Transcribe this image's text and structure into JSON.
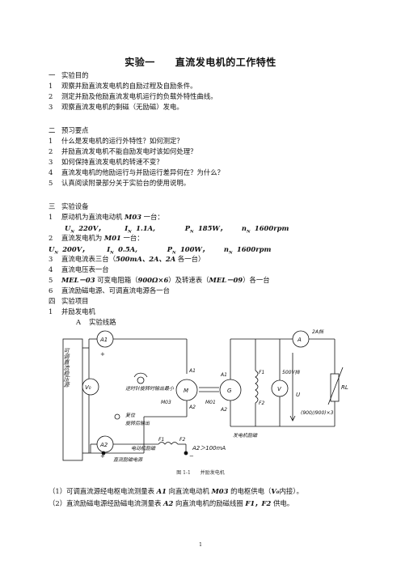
{
  "title": "实验一　　直流发电机的工作特性",
  "sections": {
    "s1": {
      "no": "一",
      "head": "实验目的"
    },
    "s2": {
      "no": "二",
      "head": "预习要点"
    },
    "s3": {
      "no": "三",
      "head": "实验设备"
    },
    "s4": {
      "no": "四",
      "head": "实验项目"
    }
  },
  "aims": [
    {
      "n": "1",
      "t": "观察并励直流发电机的自励过程及自励条件。"
    },
    {
      "n": "2",
      "t": "测定并励及他励直流发电机运行的负载外特性曲线。"
    },
    {
      "n": "3",
      "t": "观察直流发电机的剩磁（无励磁）发电。"
    }
  ],
  "prep": [
    {
      "n": "1",
      "t": "什么是发电机的运行外特性？如何测定？"
    },
    {
      "n": "2",
      "t": "并励直流发电机不能自励发电时该如何处理？"
    },
    {
      "n": "3",
      "t": "如何保持直流发电机的转速不变？"
    },
    {
      "n": "4",
      "t": "直流发电机的他励运行与并励运行差异何在？为什么？"
    },
    {
      "n": "5",
      "t": "认真阅读附录部分关于实验台的使用说明。"
    }
  ],
  "equip": {
    "e1": {
      "n": "1",
      "a": "原动机为直流电动机 ",
      "b": "M03",
      "c": " 一台："
    },
    "spec1": {
      "un": "U",
      "uns": "N",
      "unv": "220V，",
      "in": "I",
      "ins": "N",
      "inv": "1.1A,",
      "pn": "P",
      "pns": "N",
      "pnv": "185W，",
      "nn": "n",
      "nns": "N",
      "nnv": "1600rpm"
    },
    "e2": {
      "n": "2",
      "a": "直流发电机为 ",
      "b": "M01",
      "c": " 一台："
    },
    "spec2": {
      "un": "U",
      "uns": "N",
      "unv": "200V，",
      "in": "I",
      "ins": "N",
      "inv": "0.5A,",
      "pn": "P",
      "pns": "N",
      "pnv": "100W，",
      "nn": "n",
      "nns": "N",
      "nnv": "1600rpm"
    },
    "e3": {
      "n": "3",
      "a": "直流电流表三台（",
      "b": "500mA、2A、2A",
      "c": " 各一台）"
    },
    "e4": {
      "n": "4",
      "t": "直流电压表一台"
    },
    "e5": {
      "n": "5",
      "a": "MEL－03",
      "b": " 可变电阻箱（",
      "c": "900Ω×6",
      "d": "）及转速表（",
      "e": "MEL－09",
      "f": "）各一台"
    },
    "e6": {
      "n": "6",
      "t": "直流励磁电源、可调直流电源各一台"
    }
  },
  "items": {
    "i1": {
      "n": "1",
      "t": "并励发电机"
    },
    "i1a": {
      "n": "A",
      "t": "实验线路"
    }
  },
  "diagram": {
    "src": "可调直流稳压源",
    "v0": "V₀",
    "a1": "A1",
    "a2": "A2",
    "a": "A",
    "v": "V",
    "m": "M",
    "g": "G",
    "m03": "M03",
    "m01": "M01",
    "a1m": "A1",
    "a2m": "A2",
    "a1g": "A1",
    "a2g": "A2",
    "f1": "F1",
    "f2": "F2",
    "f1b": "F1",
    "f2b": "F2",
    "rot": "逆时针旋转时输出最小",
    "reset": "复位",
    "rot2": "旋转后输出",
    "motor_field": "电动机励磁",
    "dc_field": "直流励磁电源",
    "gen_field": "发电机励磁",
    "a2cond": "A2＞100mA",
    "a_range": "2A挡",
    "v_range": "500V挡",
    "u": "U",
    "rl": "RL",
    "rbox": "(900//900)×3",
    "plus": "+",
    "minus": "−"
  },
  "caption": "图 1-1　　并励发电机",
  "notes": [
    {
      "t1": "（1）可调直流源经电枢电流测量表 ",
      "b1": "A1",
      "t2": " 向直流电动机 ",
      "b2": "M03",
      "t3": " 的电枢供电（",
      "b3": "V₀",
      "t4": "内接）。"
    },
    {
      "t1": "（2）直流励磁电源经励磁电流测量表 ",
      "b1": "A2",
      "t2": " 向直流电机的励磁线圈 ",
      "b2": "F1，F2",
      "t3": " 供电。",
      "b3": "",
      "t4": ""
    }
  ],
  "page_no": "1"
}
